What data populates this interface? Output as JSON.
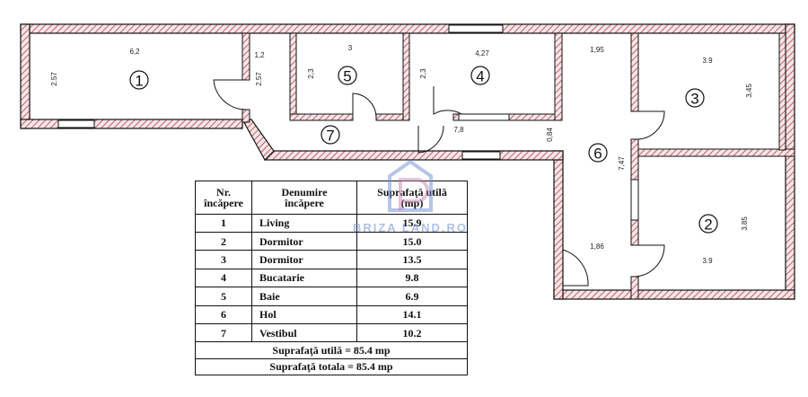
{
  "colors": {
    "wall_hatch": "#c0606a",
    "line": "#111111",
    "watermark": "#6e8cd2"
  },
  "plan": {
    "room_numbers": [
      "1",
      "5",
      "4",
      "3",
      "7",
      "6",
      "2"
    ],
    "dimensions": [
      "6,2",
      "2.57",
      "1,2",
      "2.57",
      "3",
      "2,3",
      "4,27",
      "2,3",
      "1,95",
      "3.9",
      "3,45",
      "7,8",
      "0,84",
      "7,47",
      "1,86",
      "3.85",
      "3.9"
    ]
  },
  "table": {
    "headers": {
      "nr": "Nr.\nîncăpere",
      "name": "Denumire\nîncăpere",
      "area": "Suprafaţă utilă\n(mp)"
    },
    "rows": [
      {
        "nr": "1",
        "name": "Living",
        "area": "15.9"
      },
      {
        "nr": "2",
        "name": "Dormitor",
        "area": "15.0"
      },
      {
        "nr": "3",
        "name": "Dormitor",
        "area": "13.5"
      },
      {
        "nr": "4",
        "name": "Bucatarie",
        "area": "9.8"
      },
      {
        "nr": "5",
        "name": "Baie",
        "area": "6.9"
      },
      {
        "nr": "6",
        "name": "Hol",
        "area": "14.1"
      },
      {
        "nr": "7",
        "name": "Vestibul",
        "area": "10.2"
      }
    ],
    "total_useful": "Suprafaţă utilă = 85.4 mp",
    "total_overall": "Suprafaţă totala = 85.4 mp"
  },
  "watermark": {
    "text": "BRIZA LAND.RO"
  }
}
